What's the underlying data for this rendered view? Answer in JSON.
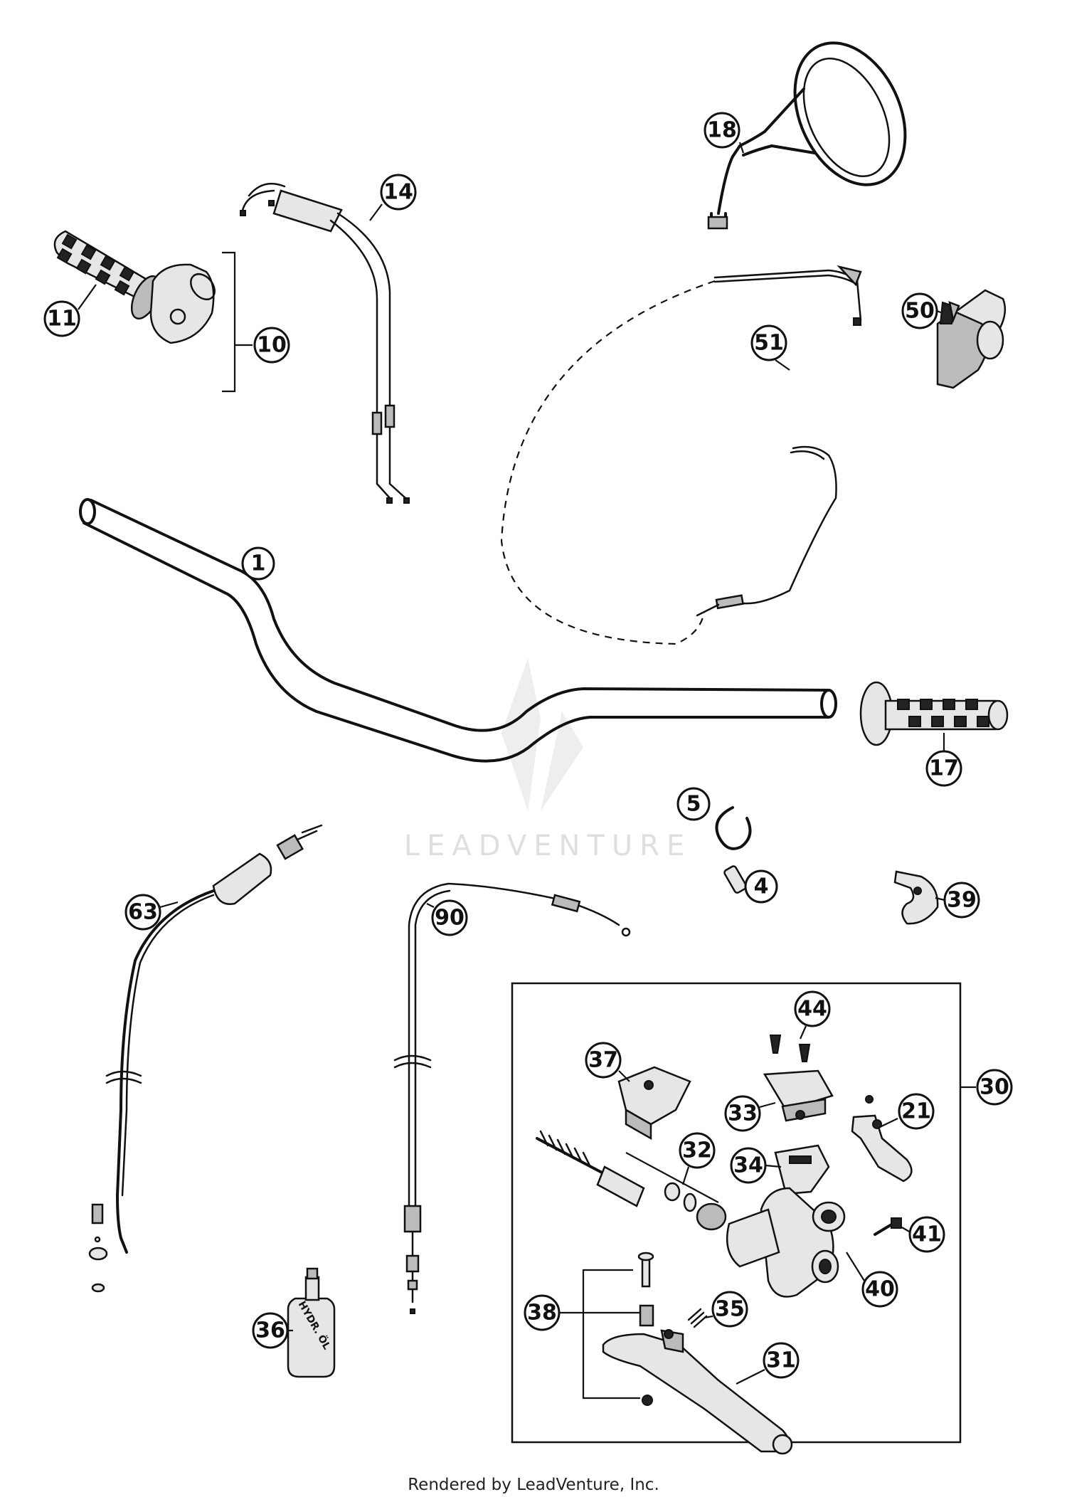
{
  "watermark": "LEADVENTURE",
  "footer_credit": "Rendered by LeadVenture, Inc.",
  "callouts": {
    "p1": "1",
    "p4": "4",
    "p5": "5",
    "p10": "10",
    "p11": "11",
    "p14": "14",
    "p17": "17",
    "p18": "18",
    "p21": "21",
    "p30": "30",
    "p31": "31",
    "p32": "32",
    "p33": "33",
    "p34": "34",
    "p35": "35",
    "p36": "36",
    "p37": "37",
    "p38": "38",
    "p39": "39",
    "p40": "40",
    "p41": "41",
    "p44": "44",
    "p50": "50",
    "p51": "51",
    "p63": "63",
    "p90": "90"
  },
  "oil_bottle_label": "HYDR. ÖL"
}
